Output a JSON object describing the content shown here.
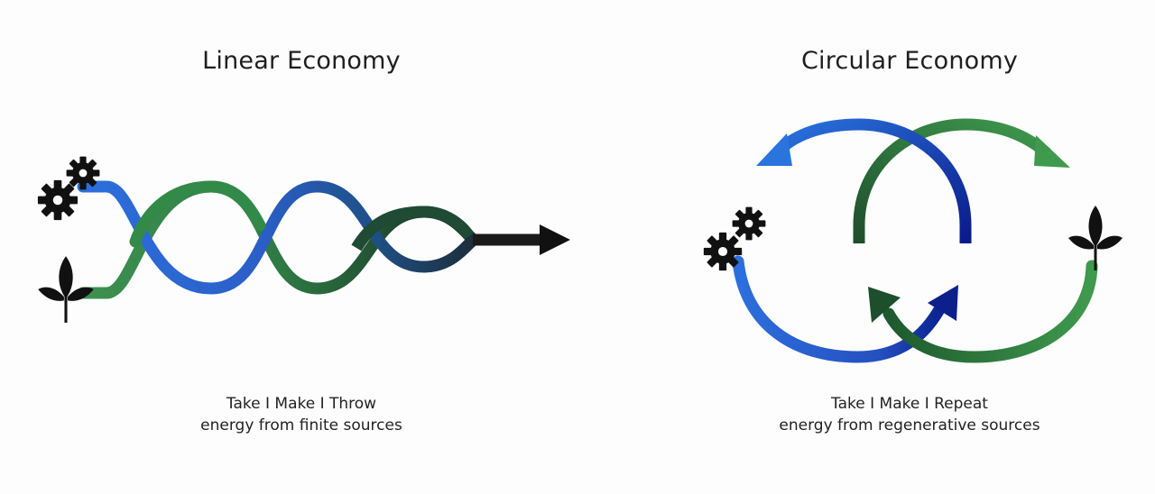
{
  "linear": {
    "title": "Linear Economy",
    "caption_line1": "Take I Make I Throw",
    "caption_line2": "energy from finite sources"
  },
  "circular": {
    "title": "Circular Economy",
    "caption_line1": "Take I Make I Repeat",
    "caption_line2": "energy from regenerative sources"
  },
  "colors": {
    "blue": "#2b6ad6",
    "dark_blue": "#0d1f8a",
    "green": "#3a8a4a",
    "dark_green": "#1e5a2e",
    "black": "#111111"
  },
  "icons": [
    "gears-icon",
    "leaf-icon",
    "arrow-head-icon"
  ]
}
